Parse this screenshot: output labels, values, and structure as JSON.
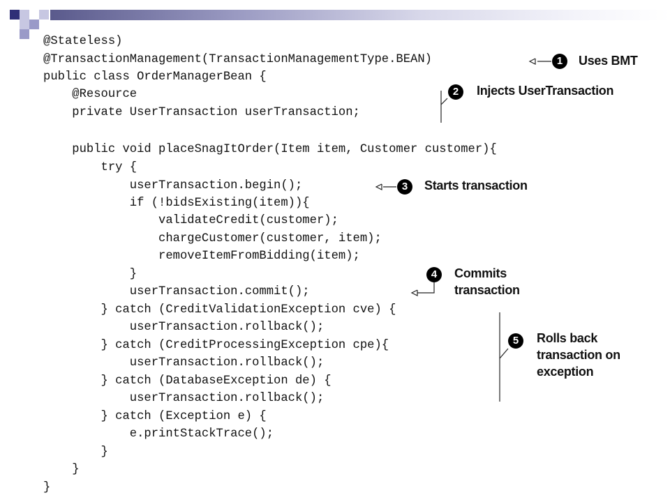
{
  "code_lines": [
    "@Stateless)",
    "@TransactionManagement(TransactionManagementType.BEAN)",
    "public class OrderManagerBean {",
    "    @Resource",
    "    private UserTransaction userTransaction;",
    "",
    "    public void placeSnagItOrder(Item item, Customer customer){",
    "        try {",
    "            userTransaction.begin();",
    "            if (!bidsExisting(item)){",
    "                validateCredit(customer);",
    "                chargeCustomer(customer, item);",
    "                removeItemFromBidding(item);",
    "            }",
    "            userTransaction.commit();",
    "        } catch (CreditValidationException cve) {",
    "            userTransaction.rollback();",
    "        } catch (CreditProcessingException cpe){",
    "            userTransaction.rollback();",
    "        } catch (DatabaseException de) {",
    "            userTransaction.rollback();",
    "        } catch (Exception e) {",
    "            e.printStackTrace();",
    "        }",
    "    }",
    "}"
  ],
  "annotations": [
    {
      "number": "1",
      "text": "Uses BMT"
    },
    {
      "number": "2",
      "text": "Injects UserTransaction"
    },
    {
      "number": "3",
      "text": "Starts transaction"
    },
    {
      "number": "4",
      "line1": "Commits",
      "line2": "transaction"
    },
    {
      "number": "5",
      "line1": "Rolls back",
      "line2": "transaction on",
      "line3": "exception"
    }
  ]
}
